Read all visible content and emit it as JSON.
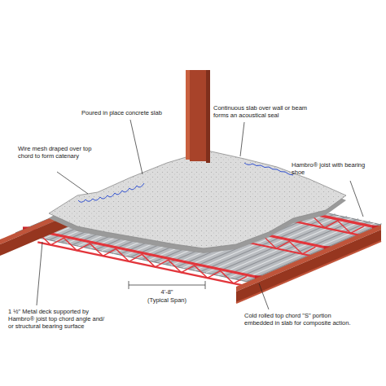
{
  "diagram": {
    "labels": [
      "Poured in place concrete slab",
      "Continuous slab over wall or beam forms an acoustical seal",
      "Wire mesh draped over top chord to form catenary",
      "Hambro® joist with bearing shoe",
      "4'-8\"",
      "(Typical Span)",
      "1 ½\" Metal deck supported by Hambro® joist top chord angle and/ or structural bearing surface",
      "Cold rolled top chord \"S\" portion embedded in slab for composite action."
    ]
  }
}
